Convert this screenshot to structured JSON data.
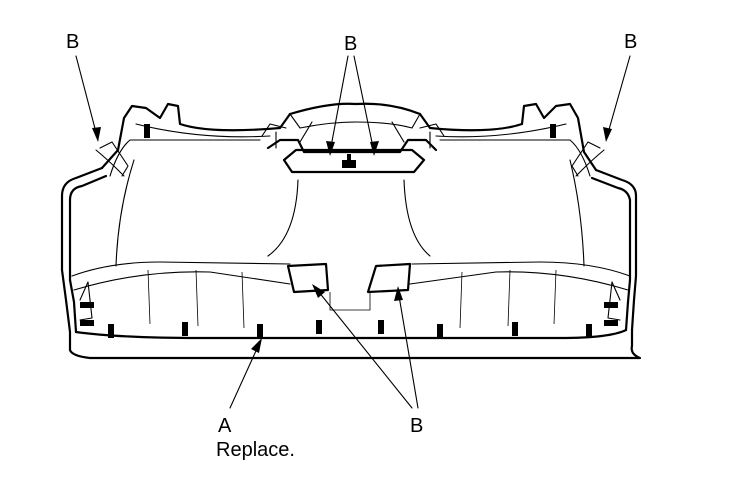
{
  "callouts": {
    "b_top_left": "B",
    "b_top_center": "B",
    "b_top_right": "B",
    "b_bottom": "B",
    "a_letter": "A",
    "a_note": "Replace."
  }
}
